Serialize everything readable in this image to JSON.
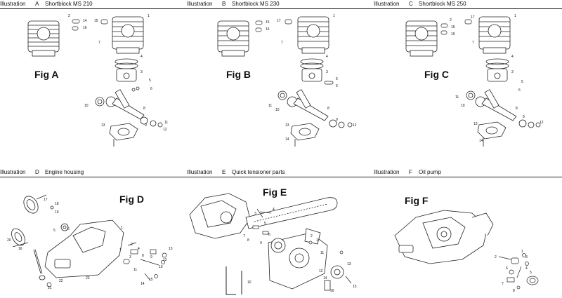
{
  "panels": [
    {
      "word": "Illustration",
      "letter": "A",
      "title": "Shortblock MS 210",
      "fig": "Fig A",
      "callouts": [
        "1",
        "2",
        "14",
        "16",
        "15",
        "7",
        "4",
        "3",
        "5",
        "6",
        "10",
        "8",
        "9",
        "11",
        "12",
        "13"
      ]
    },
    {
      "word": "Illustration",
      "letter": "B",
      "title": "Shortblock MS 230",
      "fig": "Fig B",
      "callouts": [
        "1",
        "17",
        "15",
        "16",
        "7",
        "4",
        "3",
        "5",
        "6",
        "11",
        "10",
        "8",
        "9",
        "12",
        "13",
        "14"
      ]
    },
    {
      "word": "Illustration",
      "letter": "C",
      "title": "Shortblock MS 250",
      "fig": "Fig C",
      "callouts": [
        "1",
        "2",
        "17",
        "15",
        "16",
        "7",
        "4",
        "3",
        "5",
        "6",
        "11",
        "10",
        "8",
        "9",
        "12",
        "13",
        "14"
      ]
    },
    {
      "word": "Illustration",
      "letter": "D",
      "title": "Engine housing",
      "fig": "Fig D",
      "callouts": [
        "17",
        "18",
        "19",
        "20",
        "6",
        "5",
        "1",
        "2",
        "3",
        "4",
        "7",
        "8",
        "9",
        "10",
        "11",
        "12",
        "13",
        "14",
        "15",
        "16",
        "21",
        "22",
        "23"
      ]
    },
    {
      "word": "Illustration",
      "letter": "E",
      "title": "Quick tensioner parts",
      "fig": "Fig E",
      "callouts": [
        "1",
        "2",
        "3",
        "4",
        "5",
        "6",
        "7",
        "8",
        "9",
        "10",
        "11",
        "12",
        "13",
        "14",
        "15",
        "16"
      ]
    },
    {
      "word": "Illustration",
      "letter": "F",
      "title": "Oil pump",
      "fig": "Fig F",
      "callouts": [
        "1",
        "2",
        "3",
        "4",
        "5",
        "6",
        "7",
        "8"
      ]
    }
  ]
}
